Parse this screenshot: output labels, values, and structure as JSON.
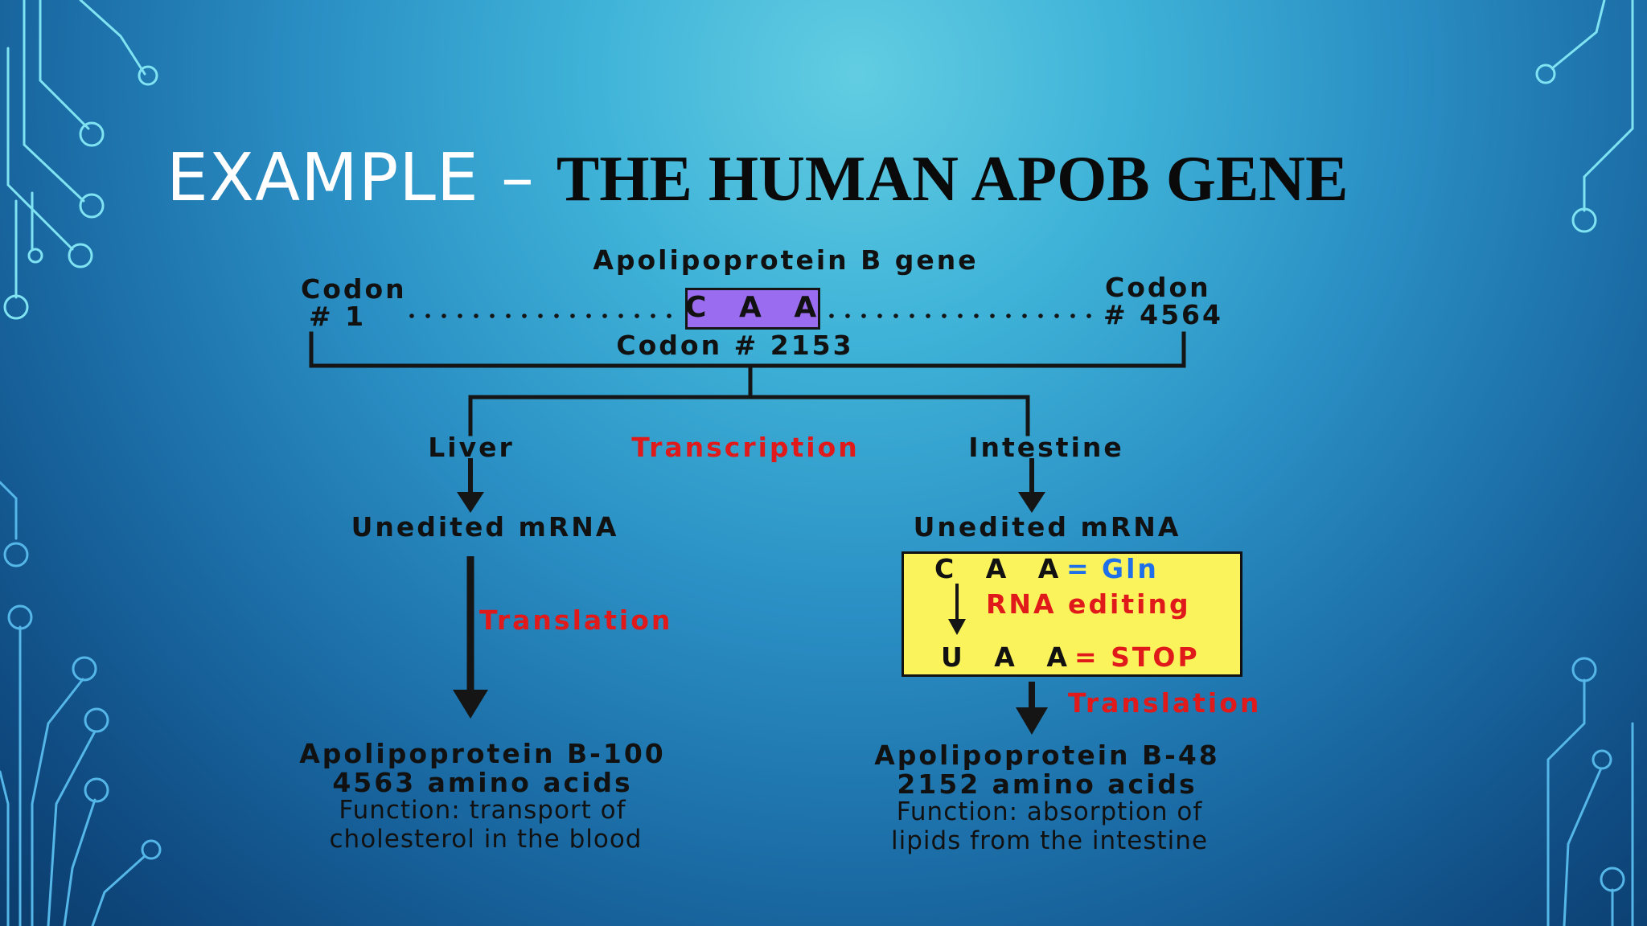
{
  "slide": {
    "title_part1": "EXAMPLE – ",
    "title_part2": "THE HUMAN APOB GENE"
  },
  "diagram": {
    "gene_label": "Apolipoprotein B gene",
    "codon_left": {
      "label": "Codon",
      "number": "# 1"
    },
    "codon_right": {
      "label": "Codon",
      "number": "# 4564"
    },
    "codon_box": "C A A",
    "codon_mid": "Codon # 2153",
    "transcription": "Transcription",
    "liver": {
      "label": "Liver",
      "mrna": "Unedited mRNA",
      "translation": "Translation",
      "protein": "Apolipoprotein B-100",
      "amino_acids": "4563 amino acids",
      "function_line1": "Function: transport of",
      "function_line2": "cholesterol in the blood"
    },
    "intestine": {
      "label": "Intestine",
      "mrna": "Unedited mRNA",
      "editing_box": {
        "caa": "C A A",
        "eq1": "= ",
        "gln": "Gln",
        "editing": "RNA editing",
        "uaa": "U A A",
        "eq2": "= STOP"
      },
      "translation": "Translation",
      "protein": "Apolipoprotein B-48",
      "amino_acids": "2152 amino acids",
      "function_line1": "Function: absorption of",
      "function_line2": "lipids from the intestine"
    }
  },
  "colors": {
    "red_text": "#e01a1a",
    "blue_text": "#1f6fe8",
    "codon_box_fill": "#9a6cf0",
    "editing_box_fill": "#fbf35c",
    "title_white": "#ffffff"
  }
}
